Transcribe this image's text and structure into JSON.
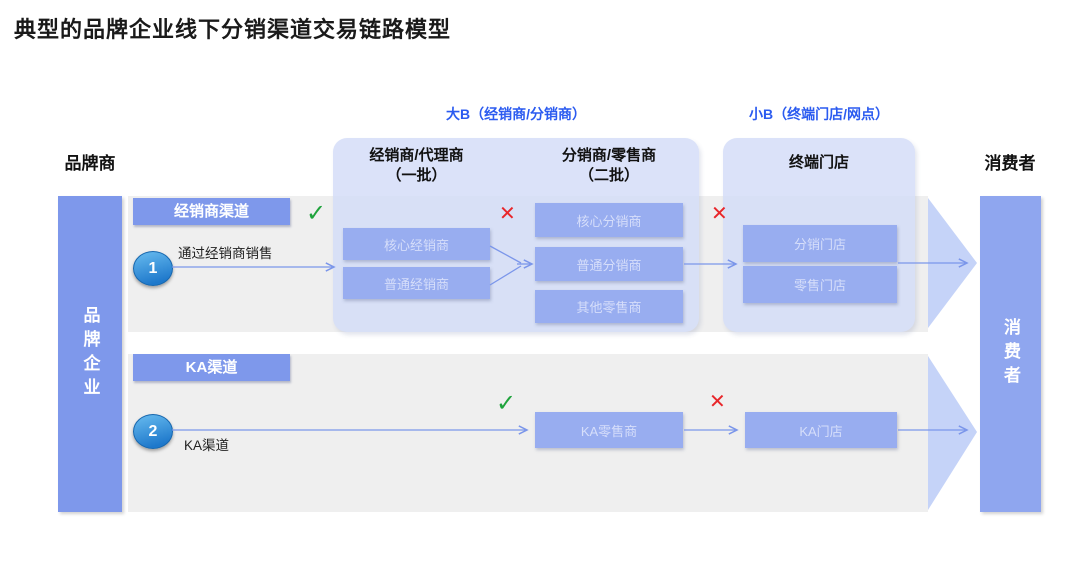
{
  "title": "典型的品牌企业线下分销渠道交易链路模型",
  "top_labels": {
    "big_b": "大B（经销商/分销商）",
    "small_b": "小B（终端门店/网点）"
  },
  "headers": {
    "brand": "品牌商",
    "consumer": "消费者"
  },
  "columns": {
    "dealer": {
      "line1": "经销商/代理商",
      "line2": "（一批）"
    },
    "distributor": {
      "line1": "分销商/零售商",
      "line2": "（二批）"
    },
    "terminal": {
      "title": "终端门店"
    }
  },
  "left_bar": {
    "label": "品牌企业"
  },
  "consumer_bar": {
    "label": "消费者"
  },
  "rows": {
    "dealer_channel": {
      "label": "经销商渠道",
      "number": "1",
      "flow_text": "通过经销商销售",
      "dealer_boxes": [
        "核心经销商",
        "普通经销商"
      ],
      "distributor_boxes": [
        "核心分销商",
        "普通分销商",
        "其他零售商"
      ],
      "store_boxes": [
        "分销门店",
        "零售门店"
      ]
    },
    "ka_channel": {
      "label": "KA渠道",
      "number": "2",
      "flow_text": "KA渠道",
      "retailer_box": "KA零售商",
      "store_box": "KA门店"
    }
  },
  "marks": {
    "check": "✓",
    "cross": "✕"
  },
  "colors": {
    "title-color": "#1a1a1a",
    "accent-blue": "#2b5bf0",
    "bar-blue": "#7e98eb",
    "consumer-bar-blue": "#8fa6ef",
    "panel-blue": "#d5def8",
    "box-blue": "#98adf0",
    "box-text": "#d6defa",
    "band-gray": "#efefef",
    "tri-blue": "#c5d3f8",
    "line-blue": "#7b96ea",
    "check-green": "#1fa33c",
    "cross-red": "#e8262a",
    "circle-blue-top": "#5bb0e9",
    "circle-blue-bottom": "#1e78cb"
  }
}
